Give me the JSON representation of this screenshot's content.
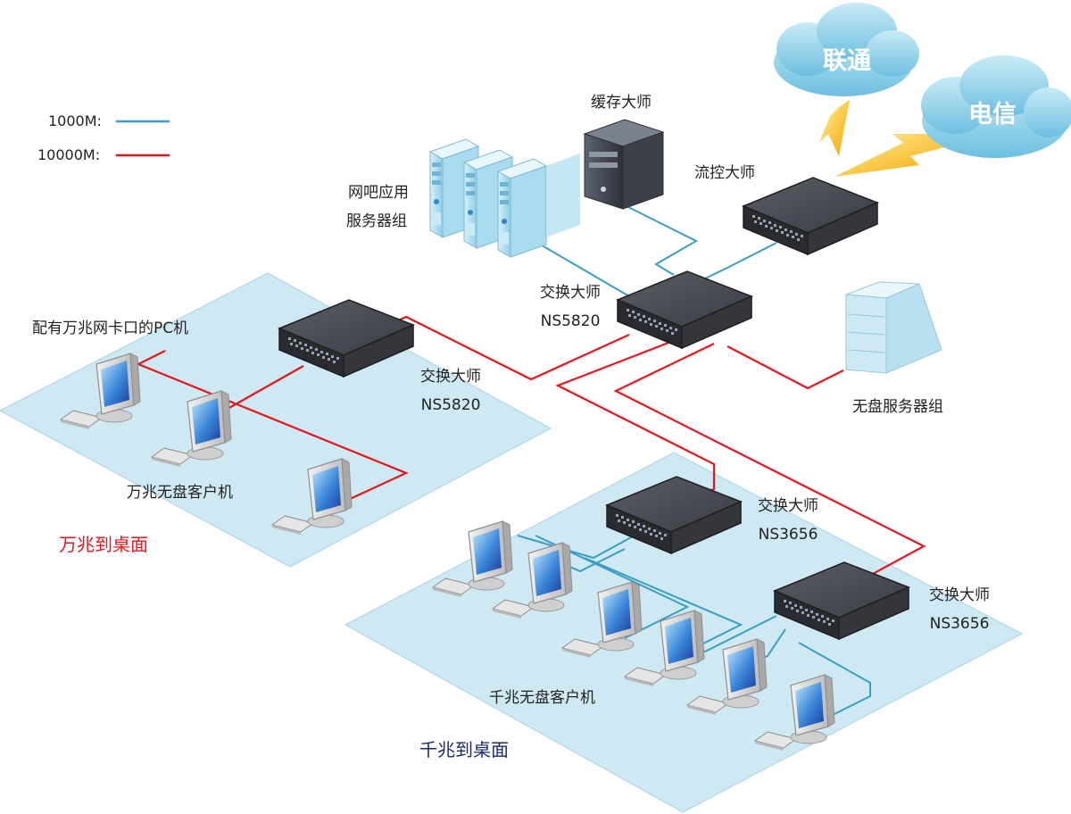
{
  "legend": [
    {
      "label": "1000M:",
      "color": "#3a9ec4"
    },
    {
      "label": "10000M:",
      "color": "#e8141c"
    }
  ],
  "clouds": {
    "unicom": "联通",
    "telecom": "电信"
  },
  "devices": {
    "cache_master": "缓存大师",
    "app_servers": [
      "网吧应用",
      "服务器组"
    ],
    "flow_master": "流控大师",
    "core_switch": [
      "交换大师",
      "NS5820"
    ],
    "diskless_servers": "无盘服务器组",
    "left_switch": [
      "交换大师",
      "NS5820"
    ],
    "left_pc_label": "配有万兆网卡口的PC机",
    "left_clients": "万兆无盘客户机",
    "switch_3656_a": [
      "交换大师",
      "NS3656"
    ],
    "switch_3656_b": [
      "交换大师",
      "NS3656"
    ],
    "gig_clients": "千兆无盘客户机"
  },
  "zones": {
    "ten_gig": "万兆到桌面",
    "gig": "千兆到桌面"
  }
}
